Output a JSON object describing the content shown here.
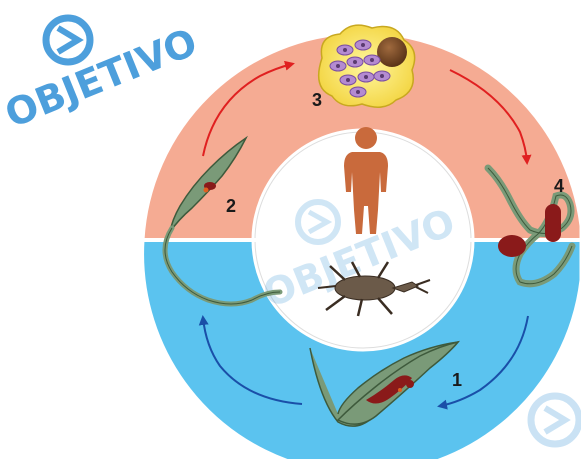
{
  "watermark": {
    "text": "OBJETIVO",
    "color": "#2f8fd6"
  },
  "ring": {
    "top_color": "#f5ab93",
    "bottom_color": "#5bc3ef",
    "host_top": "human",
    "host_bottom": "insect-vector"
  },
  "stages": [
    {
      "label": "1",
      "host": "insect-vector",
      "form": "epimastigote"
    },
    {
      "label": "2",
      "host": "human",
      "form": "trypomastigote"
    },
    {
      "label": "3",
      "host": "human",
      "form": "amastigotes-in-cell"
    },
    {
      "label": "4",
      "host": "human",
      "form": "trypomastigote-in-blood"
    }
  ],
  "arrow_colors": {
    "top": "#e02020",
    "bottom": "#1a4fa8"
  }
}
